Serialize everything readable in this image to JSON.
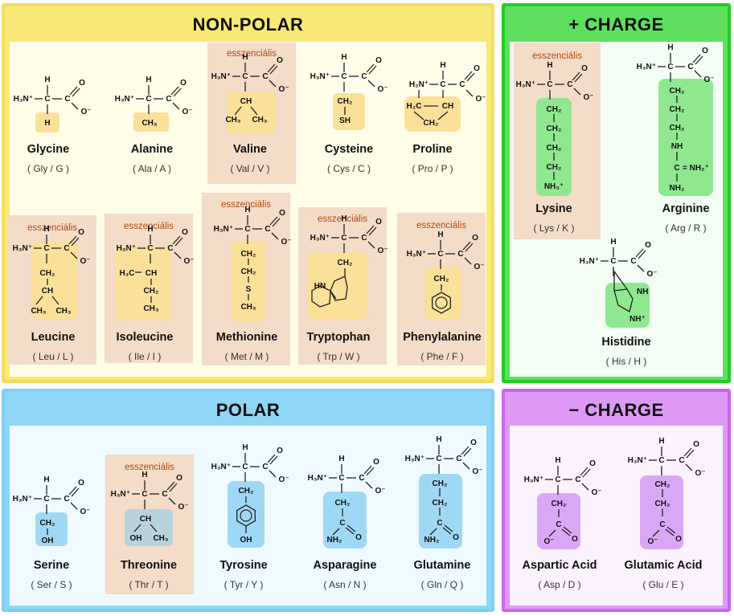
{
  "colors": {
    "nonpolar_border": "#f4dc5c",
    "nonpolar_bg": "#fffde8",
    "charge_pos_border": "#22cc22",
    "charge_pos_bg": "#f4fdf4",
    "polar_border": "#7ecff5",
    "polar_bg": "#eefaff",
    "charge_neg_border": "#cc66ee",
    "charge_neg_bg": "#fbf2fe",
    "essential_bg": "#f3dcc8",
    "essential_text": "#b04a10",
    "sidechain_nonpolar": "#fbe09a",
    "sidechain_pos": "#8fe88f",
    "sidechain_polar": "#9fd8f5",
    "sidechain_neg": "#d9a8f5",
    "sidechain_threonine": "#b9d3dd"
  },
  "essential_label": "esszenciális",
  "panels": {
    "nonpolar": {
      "title": "NON-POLAR"
    },
    "positive": {
      "title": "+ CHARGE"
    },
    "polar": {
      "title": "POLAR"
    },
    "negative": {
      "title": "− CHARGE"
    }
  },
  "amino_acids": {
    "glycine": {
      "name": "Glycine",
      "abbr": "( Gly / G )"
    },
    "alanine": {
      "name": "Alanine",
      "abbr": "( Ala / A )"
    },
    "valine": {
      "name": "Valine",
      "abbr": "( Val / V )"
    },
    "cysteine": {
      "name": "Cysteine",
      "abbr": "( Cys / C )"
    },
    "proline": {
      "name": "Proline",
      "abbr": "( Pro / P )"
    },
    "leucine": {
      "name": "Leucine",
      "abbr": "( Leu / L )"
    },
    "isoleucine": {
      "name": "Isoleucine",
      "abbr": "( Ile / I )"
    },
    "methionine": {
      "name": "Methionine",
      "abbr": "( Met / M )"
    },
    "tryptophan": {
      "name": "Tryptophan",
      "abbr": "( Trp / W )"
    },
    "phenylalanine": {
      "name": "Phenylalanine",
      "abbr": "( Phe / F )"
    },
    "lysine": {
      "name": "Lysine",
      "abbr": "( Lys / K )"
    },
    "arginine": {
      "name": "Arginine",
      "abbr": "( Arg / R )"
    },
    "histidine": {
      "name": "Histidine",
      "abbr": "( His / H )"
    },
    "serine": {
      "name": "Serine",
      "abbr": "( Ser / S )"
    },
    "threonine": {
      "name": "Threonine",
      "abbr": "( Thr / T )"
    },
    "tyrosine": {
      "name": "Tyrosine",
      "abbr": "( Tyr / Y )"
    },
    "asparagine": {
      "name": "Asparagine",
      "abbr": "( Asn / N )"
    },
    "glutamine": {
      "name": "Glutamine",
      "abbr": "( Gln / Q )"
    },
    "aspartic_acid": {
      "name": "Aspartic Acid",
      "abbr": "( Asp / D )"
    },
    "glutamic_acid": {
      "name": "Glutamic Acid",
      "abbr": "( Glu / E )"
    }
  },
  "formula_text": {
    "h": "H",
    "h3n": "H₃N⁺",
    "c": "C",
    "o": "O",
    "o_minus": "O⁻",
    "ch": "CH",
    "ch2": "CH₂",
    "ch3": "CH₃",
    "sh": "SH",
    "s": "S",
    "oh": "OH",
    "nh": "NH",
    "hn": "HN",
    "nh2": "NH₂",
    "nh3": "NH₃⁺",
    "nh_plus": "NH⁺",
    "h2n_plus": "H₂N⁺",
    "h2c": "H₂C",
    "h3c": "H₃C",
    "eq_nh2": "= NH₂⁺"
  }
}
